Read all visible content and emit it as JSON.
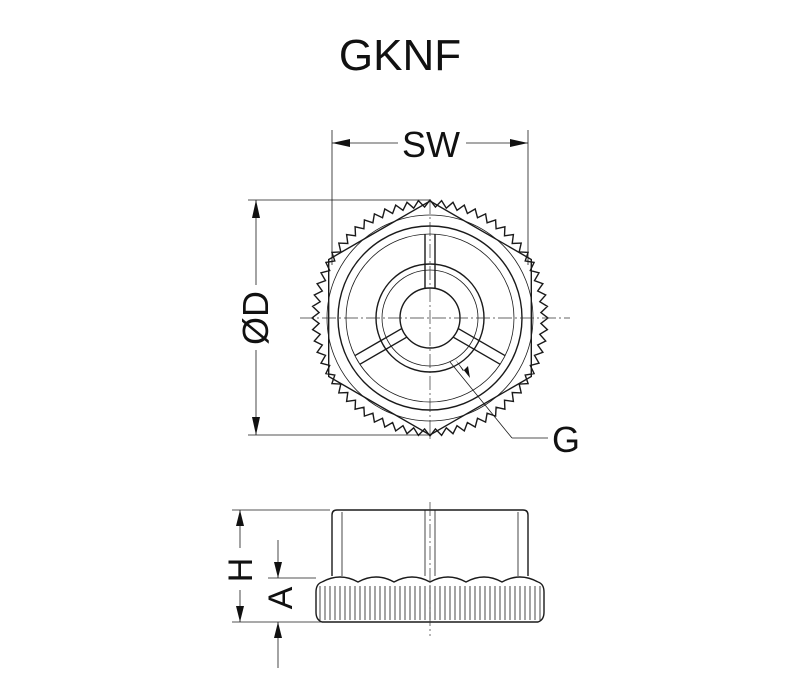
{
  "title": "GKNF",
  "labels": {
    "sw": "SW",
    "od": "ØD",
    "g": "G",
    "h": "H",
    "a": "A"
  },
  "colors": {
    "line": "#1a1a1a",
    "background": "#ffffff"
  }
}
